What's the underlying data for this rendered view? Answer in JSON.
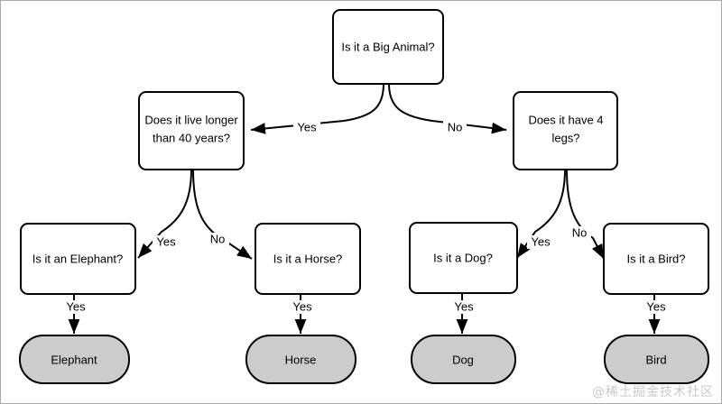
{
  "diagram": {
    "type": "decision-tree-flowchart",
    "title_text": "",
    "watermark": "@稀土掘金技术社区",
    "colors": {
      "decision_fill": "#ffffff",
      "leaf_fill": "#cccccc",
      "stroke": "#000000",
      "frame": "#a9a9a9",
      "watermark": "#c9c9c9"
    },
    "nodes": {
      "root": {
        "label": "Is it a Big Animal?"
      },
      "longer40": {
        "label_line1": "Does it live longer",
        "label_line2": "than 40 years?"
      },
      "fourlegs": {
        "label_line1": "Does it have 4",
        "label_line2": "legs?"
      },
      "elephant_q": {
        "label": "Is it an Elephant?"
      },
      "horse_q": {
        "label": "Is it a Horse?"
      },
      "dog_q": {
        "label": "Is it a Dog?"
      },
      "bird_q": {
        "label": "Is it a Bird?"
      },
      "elephant_leaf": {
        "label": "Elephant"
      },
      "horse_leaf": {
        "label": "Horse"
      },
      "dog_leaf": {
        "label": "Dog"
      },
      "bird_leaf": {
        "label": "Bird"
      }
    },
    "edges": {
      "root_yes": "Yes",
      "root_no": "No",
      "longer40_yes": "Yes",
      "longer40_no": "No",
      "fourlegs_yes": "Yes",
      "fourlegs_no": "No",
      "elephant_yes": "Yes",
      "horse_yes": "Yes",
      "dog_yes": "Yes",
      "bird_yes": "Yes"
    }
  }
}
